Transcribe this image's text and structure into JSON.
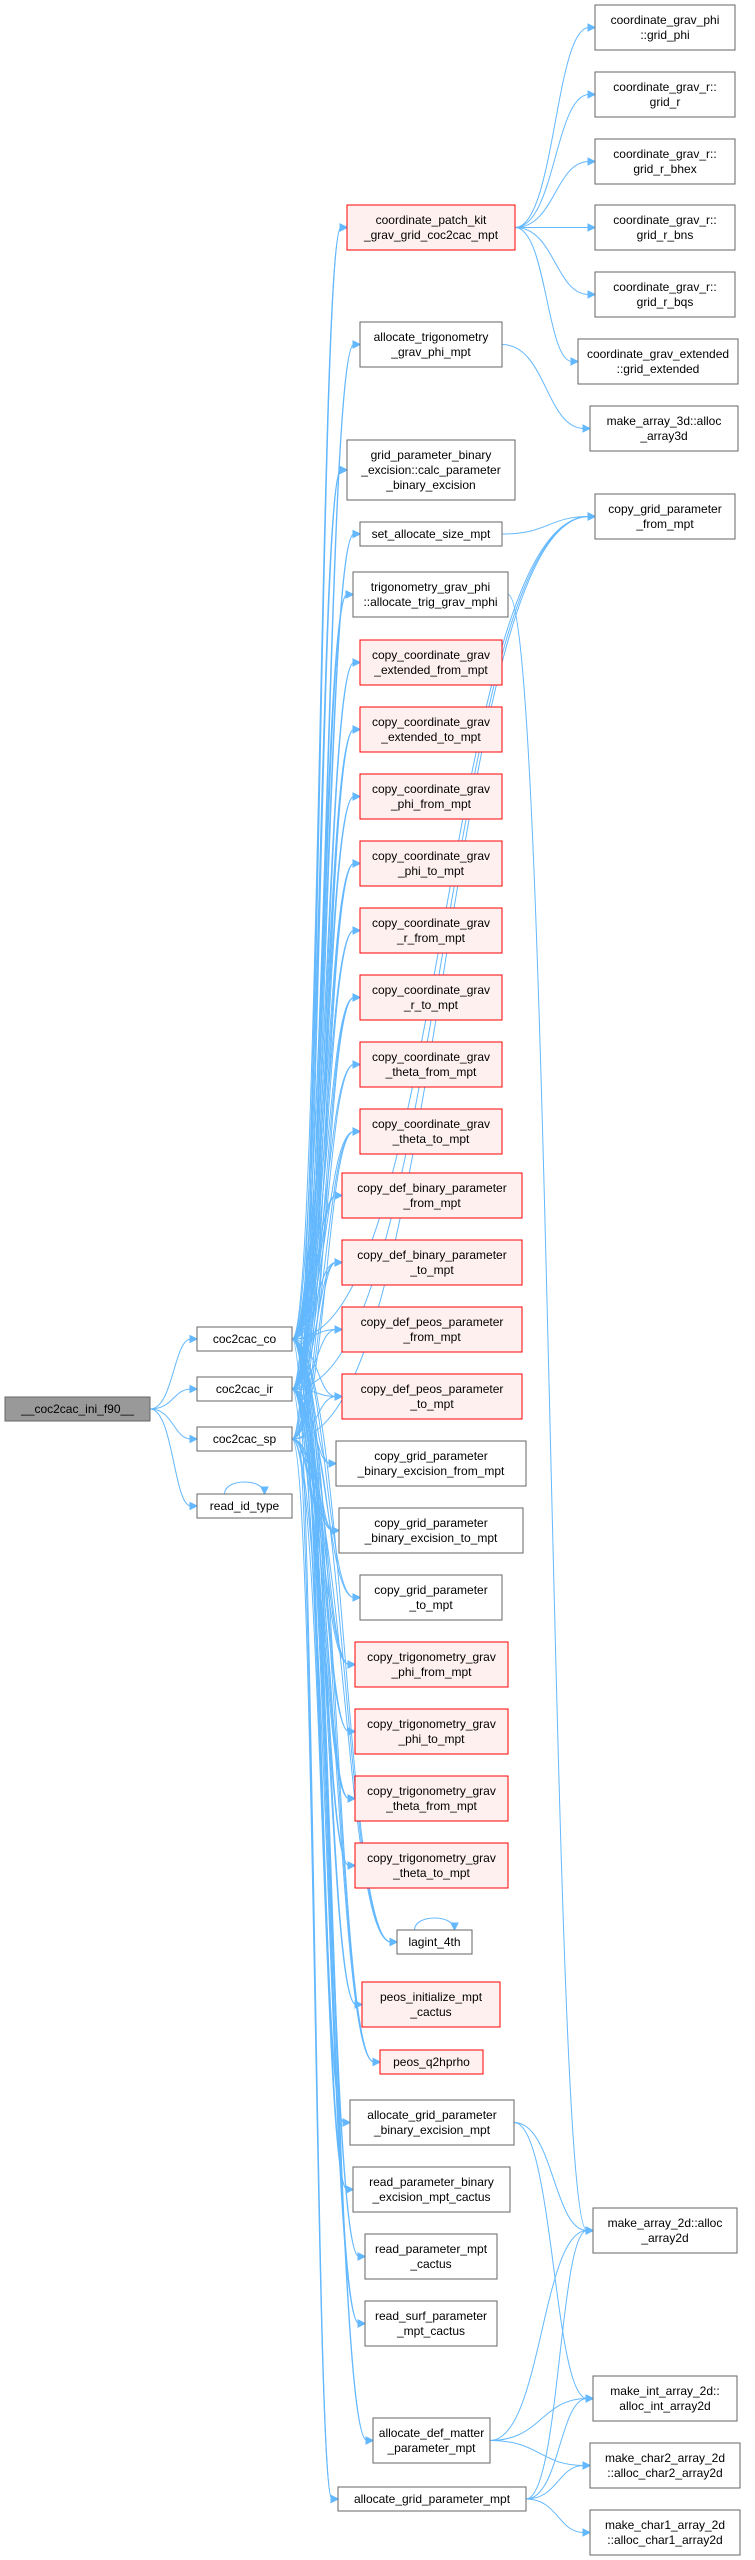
{
  "colors": {
    "edge": "#63b8ff",
    "root_fill": "#999999",
    "normal_fill": "#ffffff",
    "normal_border": "#666666",
    "highlight_fill": "#fff0f0",
    "highlight_border": "#ff0000"
  },
  "nodes": [
    {
      "id": "root",
      "lines": [
        "__coc2cac_ini_f90__"
      ],
      "style": "root"
    },
    {
      "id": "co",
      "lines": [
        "coc2cac_co"
      ],
      "style": "normal"
    },
    {
      "id": "ir",
      "lines": [
        "coc2cac_ir"
      ],
      "style": "normal"
    },
    {
      "id": "sp",
      "lines": [
        "coc2cac_sp"
      ],
      "style": "normal"
    },
    {
      "id": "rid",
      "lines": [
        "read_id_type"
      ],
      "style": "normal"
    },
    {
      "id": "cpk",
      "lines": [
        "coordinate_patch_kit",
        "_grav_grid_coc2cac_mpt"
      ],
      "style": "red"
    },
    {
      "id": "atg",
      "lines": [
        "allocate_trigonometry",
        "_grav_phi_mpt"
      ],
      "style": "normal"
    },
    {
      "id": "gpb",
      "lines": [
        "grid_parameter_binary",
        "_excision::calc_parameter",
        "_binary_excision"
      ],
      "style": "normal"
    },
    {
      "id": "sas",
      "lines": [
        "set_allocate_size_mpt"
      ],
      "style": "normal"
    },
    {
      "id": "tgp",
      "lines": [
        "trigonometry_grav_phi",
        "::allocate_trig_grav_mphi"
      ],
      "style": "normal"
    },
    {
      "id": "ccgef",
      "lines": [
        "copy_coordinate_grav",
        "_extended_from_mpt"
      ],
      "style": "red"
    },
    {
      "id": "ccget",
      "lines": [
        "copy_coordinate_grav",
        "_extended_to_mpt"
      ],
      "style": "red"
    },
    {
      "id": "ccgpf",
      "lines": [
        "copy_coordinate_grav",
        "_phi_from_mpt"
      ],
      "style": "red"
    },
    {
      "id": "ccgpt",
      "lines": [
        "copy_coordinate_grav",
        "_phi_to_mpt"
      ],
      "style": "red"
    },
    {
      "id": "ccgrf",
      "lines": [
        "copy_coordinate_grav",
        "_r_from_mpt"
      ],
      "style": "red"
    },
    {
      "id": "ccgrt",
      "lines": [
        "copy_coordinate_grav",
        "_r_to_mpt"
      ],
      "style": "red"
    },
    {
      "id": "ccgtf",
      "lines": [
        "copy_coordinate_grav",
        "_theta_from_mpt"
      ],
      "style": "red"
    },
    {
      "id": "ccgtt",
      "lines": [
        "copy_coordinate_grav",
        "_theta_to_mpt"
      ],
      "style": "red"
    },
    {
      "id": "cdbf",
      "lines": [
        "copy_def_binary_parameter",
        "_from_mpt"
      ],
      "style": "red"
    },
    {
      "id": "cdbt",
      "lines": [
        "copy_def_binary_parameter",
        "_to_mpt"
      ],
      "style": "red"
    },
    {
      "id": "cdpf",
      "lines": [
        "copy_def_peos_parameter",
        "_from_mpt"
      ],
      "style": "red"
    },
    {
      "id": "cdpt",
      "lines": [
        "copy_def_peos_parameter",
        "_to_mpt"
      ],
      "style": "red"
    },
    {
      "id": "cgpbf",
      "lines": [
        "copy_grid_parameter",
        "_binary_excision_from_mpt"
      ],
      "style": "normal"
    },
    {
      "id": "cgpbt",
      "lines": [
        "copy_grid_parameter",
        "_binary_excision_to_mpt"
      ],
      "style": "normal"
    },
    {
      "id": "cgpt",
      "lines": [
        "copy_grid_parameter",
        "_to_mpt"
      ],
      "style": "normal"
    },
    {
      "id": "ctgpf",
      "lines": [
        "copy_trigonometry_grav",
        "_phi_from_mpt"
      ],
      "style": "red"
    },
    {
      "id": "ctgpt",
      "lines": [
        "copy_trigonometry_grav",
        "_phi_to_mpt"
      ],
      "style": "red"
    },
    {
      "id": "ctgtf",
      "lines": [
        "copy_trigonometry_grav",
        "_theta_from_mpt"
      ],
      "style": "red"
    },
    {
      "id": "ctgtt",
      "lines": [
        "copy_trigonometry_grav",
        "_theta_to_mpt"
      ],
      "style": "red"
    },
    {
      "id": "lag",
      "lines": [
        "lagint_4th"
      ],
      "style": "normal"
    },
    {
      "id": "pim",
      "lines": [
        "peos_initialize_mpt",
        "_cactus"
      ],
      "style": "red"
    },
    {
      "id": "pq2",
      "lines": [
        "peos_q2hprho"
      ],
      "style": "red"
    },
    {
      "id": "agpb",
      "lines": [
        "allocate_grid_parameter",
        "_binary_excision_mpt"
      ],
      "style": "normal"
    },
    {
      "id": "rpb",
      "lines": [
        "read_parameter_binary",
        "_excision_mpt_cactus"
      ],
      "style": "normal"
    },
    {
      "id": "rpm",
      "lines": [
        "read_parameter_mpt",
        "_cactus"
      ],
      "style": "normal"
    },
    {
      "id": "rsp",
      "lines": [
        "read_surf_parameter",
        "_mpt_cactus"
      ],
      "style": "normal"
    },
    {
      "id": "adm",
      "lines": [
        "allocate_def_matter",
        "_parameter_mpt"
      ],
      "style": "normal"
    },
    {
      "id": "agp",
      "lines": [
        "allocate_grid_parameter_mpt"
      ],
      "style": "normal"
    },
    {
      "id": "cgphi",
      "lines": [
        "coordinate_grav_phi",
        "::grid_phi"
      ],
      "style": "normal"
    },
    {
      "id": "cgr",
      "lines": [
        "coordinate_grav_r::",
        "grid_r"
      ],
      "style": "normal"
    },
    {
      "id": "cgrbh",
      "lines": [
        "coordinate_grav_r::",
        "grid_r_bhex"
      ],
      "style": "normal"
    },
    {
      "id": "cgrbns",
      "lines": [
        "coordinate_grav_r::",
        "grid_r_bns"
      ],
      "style": "normal"
    },
    {
      "id": "cgrbqs",
      "lines": [
        "coordinate_grav_r::",
        "grid_r_bqs"
      ],
      "style": "normal"
    },
    {
      "id": "cge",
      "lines": [
        "coordinate_grav_extended",
        "::grid_extended"
      ],
      "style": "normal"
    },
    {
      "id": "ma3",
      "lines": [
        "make_array_3d::alloc",
        "_array3d"
      ],
      "style": "normal"
    },
    {
      "id": "cgpf",
      "lines": [
        "copy_grid_parameter",
        "_from_mpt"
      ],
      "style": "normal"
    },
    {
      "id": "ma2",
      "lines": [
        "make_array_2d::alloc",
        "_array2d"
      ],
      "style": "normal"
    },
    {
      "id": "mia",
      "lines": [
        "make_int_array_2d::",
        "alloc_int_array2d"
      ],
      "style": "normal"
    },
    {
      "id": "mc2",
      "lines": [
        "make_char2_array_2d",
        "::alloc_char2_array2d"
      ],
      "style": "normal"
    },
    {
      "id": "mc1",
      "lines": [
        "make_char1_array_2d",
        "::alloc_char1_array2d"
      ],
      "style": "normal"
    }
  ]
}
